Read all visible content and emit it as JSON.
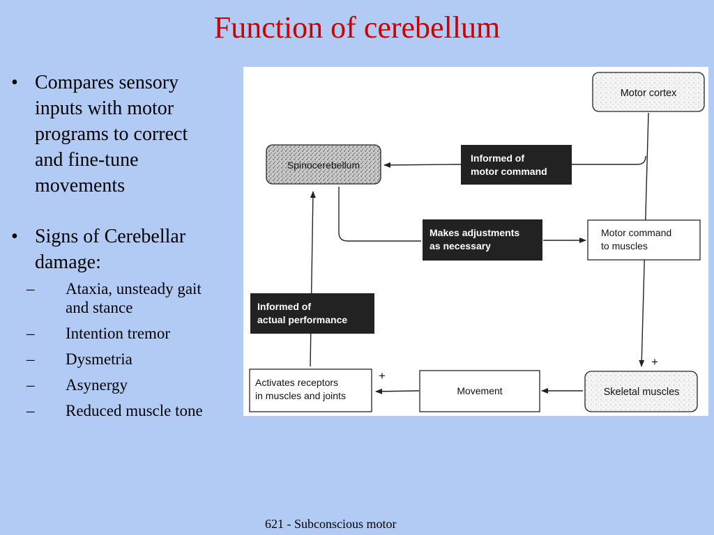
{
  "slide": {
    "title": "Function of cerebellum",
    "footer": "621 - Subconscious motor"
  },
  "bullets": [
    {
      "text": "Compares sensory inputs with motor programs to correct and fine-tune movements",
      "lines": [
        "Compares sensory",
        "inputs with motor",
        "programs to correct",
        "and fine-tune",
        "movements"
      ]
    },
    {
      "text": "Signs of Cerebellar damage:",
      "lines": [
        "Signs of Cerebellar",
        "damage:"
      ],
      "subitems": [
        {
          "lines": [
            "Ataxia, unsteady gait",
            "and stance"
          ]
        },
        {
          "lines": [
            "Intention tremor"
          ]
        },
        {
          "lines": [
            "Dysmetria"
          ]
        },
        {
          "lines": [
            "Asynergy"
          ]
        },
        {
          "lines": [
            "Reduced muscle tone"
          ]
        }
      ]
    }
  ],
  "diagram": {
    "boxes": {
      "motor_cortex": "Motor cortex",
      "spinocerebellum": "Spinocerebellum",
      "motor_command": [
        "Motor command",
        "to muscles"
      ],
      "skeletal_muscles": "Skeletal muscles",
      "movement": "Movement",
      "activates_receptors": [
        "Activates receptors",
        "in muscles and joints"
      ]
    },
    "labels": {
      "informed_motor_command": [
        "Informed of",
        "motor command"
      ],
      "makes_adjustments": [
        "Makes adjustments",
        "as necessary"
      ],
      "informed_actual_performance": [
        "Informed of",
        "actual performance"
      ]
    },
    "signs": {
      "plus_skeletal": "+",
      "plus_receptors": "+"
    }
  }
}
